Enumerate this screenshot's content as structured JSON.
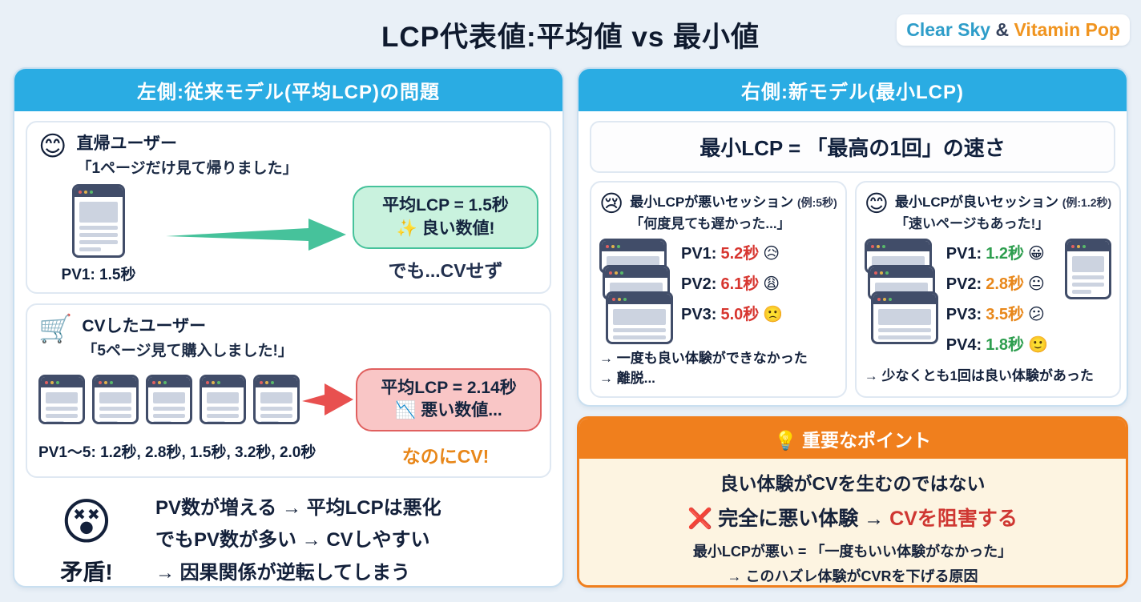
{
  "header": {
    "title": "LCP代表値:平均値 vs 最小値",
    "badge": {
      "part1": "Clear Sky",
      "amp": "&",
      "part2": "Vitamin Pop"
    }
  },
  "colors": {
    "blue_header": "#2aace3",
    "good_green": "#46c29b",
    "bad_red": "#e0605f",
    "accent_orange": "#f07f1d",
    "value_red": "#d7352f",
    "value_green": "#2e9e4f",
    "value_orange": "#e8871a",
    "brand_teal": "#2e9dc9",
    "brand_orange": "#f0941f"
  },
  "left_panel": {
    "header": "左側:従来モデル(平均LCP)の問題",
    "bounce_card": {
      "emoji": "😊",
      "title": "直帰ユーザー",
      "quote": "「1ページだけ見て帰りました」",
      "pv_caption": "PV1: 1.5秒",
      "result_line1": "平均LCP = 1.5秒",
      "result_line2": "✨ 良い数値!",
      "note": "でも...CVせず"
    },
    "cv_card": {
      "emoji": "🛒",
      "title": "CVしたユーザー",
      "quote": "「5ページ見て購入しました!」",
      "pv_caption": "PV1〜5: 1.2秒, 2.8秒, 1.5秒, 3.2秒, 2.0秒",
      "result_line1": "平均LCP = 2.14秒",
      "result_line2": "📉 悪い数値...",
      "note": "なのにCV!"
    },
    "conclusion": {
      "emoji": "😵",
      "label": "矛盾!",
      "line1": "PV数が増える → 平均LCPは悪化",
      "line2": "でもPV数が多い → CVしやすい",
      "line3": "→ 因果関係が逆転してしまう"
    }
  },
  "right_panel": {
    "header": "右側:新モデル(最小LCP)",
    "definition": "最小LCP = 「最高の1回」の速さ",
    "bad_session": {
      "emoji": "😢",
      "title": "最小LCPが悪いセッション",
      "title_suffix": "(例:5秒)",
      "quote": "「何度見ても遅かった...」",
      "pvs": [
        {
          "label": "PV1:",
          "value": "5.2秒",
          "emoji": "😥"
        },
        {
          "label": "PV2:",
          "value": "6.1秒",
          "emoji": "😩"
        },
        {
          "label": "PV3:",
          "value": "5.0秒",
          "emoji": "🙁"
        }
      ],
      "note1": "→ 一度も良い体験ができなかった",
      "note2": "→ 離脱..."
    },
    "good_session": {
      "emoji": "😊",
      "title": "最小LCPが良いセッション",
      "title_suffix": "(例:1.2秒)",
      "quote": "「速いページもあった!」",
      "pvs": [
        {
          "label": "PV1:",
          "value": "1.2秒",
          "emoji": "😀"
        },
        {
          "label": "PV2:",
          "value": "2.8秒",
          "emoji": "😐"
        },
        {
          "label": "PV3:",
          "value": "3.5秒",
          "emoji": "😕"
        },
        {
          "label": "PV4:",
          "value": "1.8秒",
          "emoji": "🙂"
        }
      ],
      "note1": "→ 少なくとも1回は良い体験があった"
    },
    "key_point": {
      "header": "💡 重要なポイント",
      "line1": "良い体験がCVを生むのではない",
      "line2_prefix": "❌ 完全に悪い体験 → ",
      "line2_highlight": "CVを阻害する",
      "line3": "最小LCPが悪い = 「一度もいい体験がなかった」",
      "line4": "→ このハズレ体験がCVRを下げる原因"
    }
  }
}
